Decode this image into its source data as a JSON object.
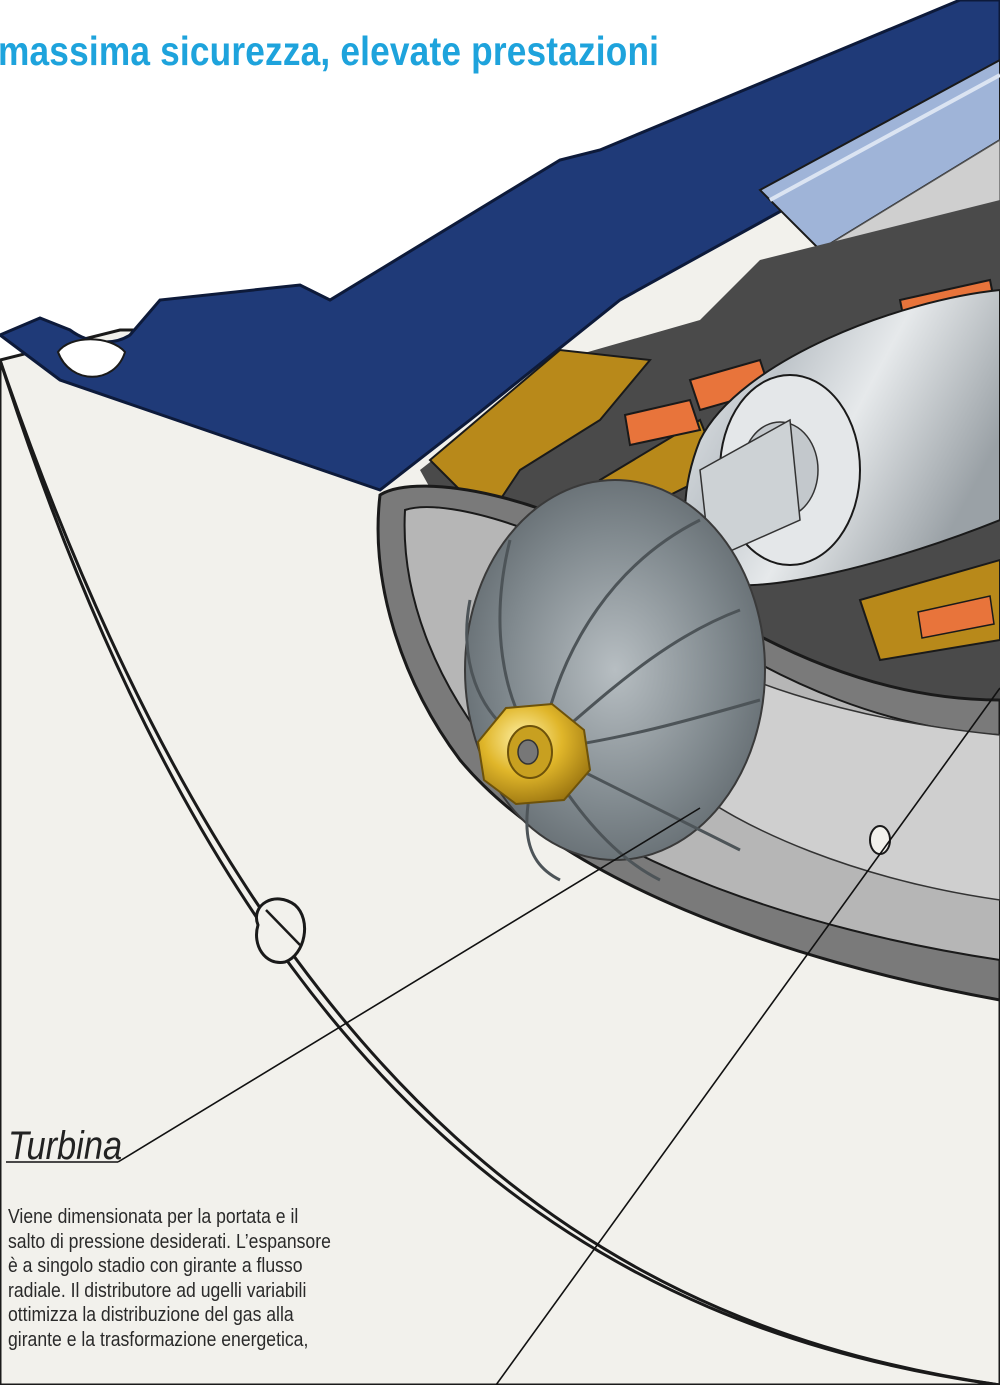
{
  "page": {
    "headline": "massima sicurezza, elevate prestazioni"
  },
  "illustration": {
    "subject": "turbine-expander-cutaway",
    "colors": {
      "housing": "#f2f1ec",
      "casing": "#1f3a78",
      "bronze": "#b8891a",
      "orange": "#e8743b",
      "shaft": "#c9ced2",
      "impeller": "#8a9296",
      "nut": "#d9b320",
      "headline": "#1ea3dc"
    }
  },
  "callout": {
    "title": "Turbina",
    "lines": [
      "Viene dimensionata per la portata e il",
      "salto di pressione desiderati. L’espansore",
      "è a singolo stadio con girante a flusso",
      "radiale. Il distributore ad ugelli variabili",
      "ottimizza la distribuzione del gas alla",
      "girante e  la trasformazione energetica,"
    ]
  }
}
